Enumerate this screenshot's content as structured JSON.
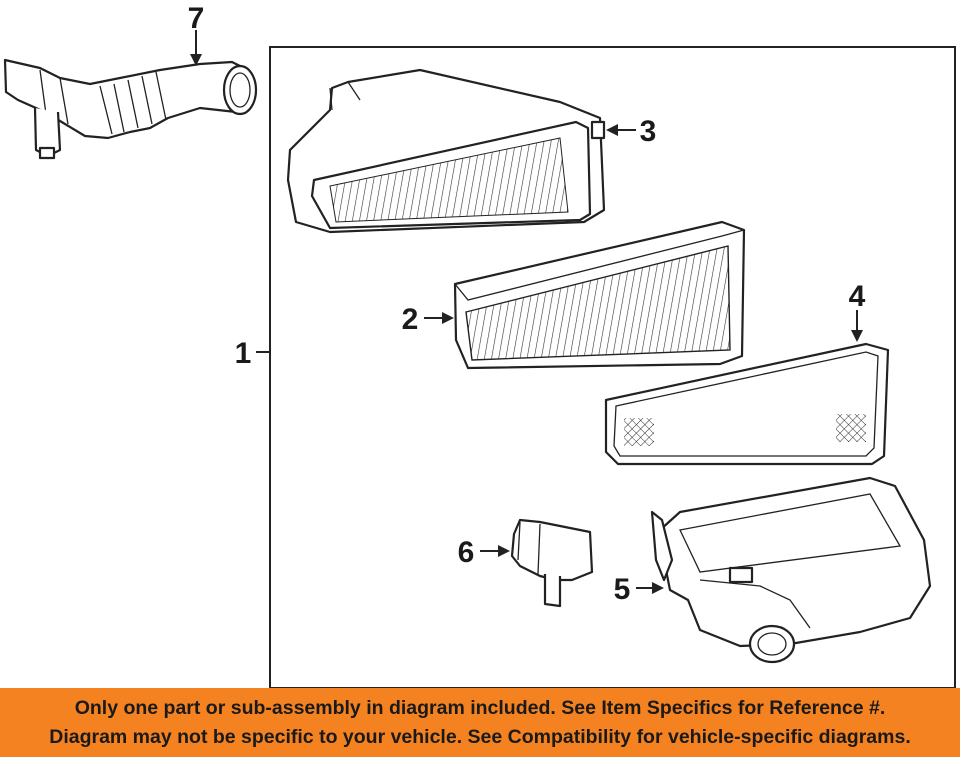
{
  "callouts": {
    "c1": "1",
    "c2": "2",
    "c3": "3",
    "c4": "4",
    "c5": "5",
    "c6": "6",
    "c7": "7"
  },
  "banner": {
    "line1": "Only one part or sub-assembly in diagram included. See Item Specifics for Reference #.",
    "line2": "Diagram may not be specific to your vehicle. See Compatibility for vehicle-specific diagrams."
  },
  "colors": {
    "banner_background": "#f58220",
    "line_art": "#222222"
  }
}
